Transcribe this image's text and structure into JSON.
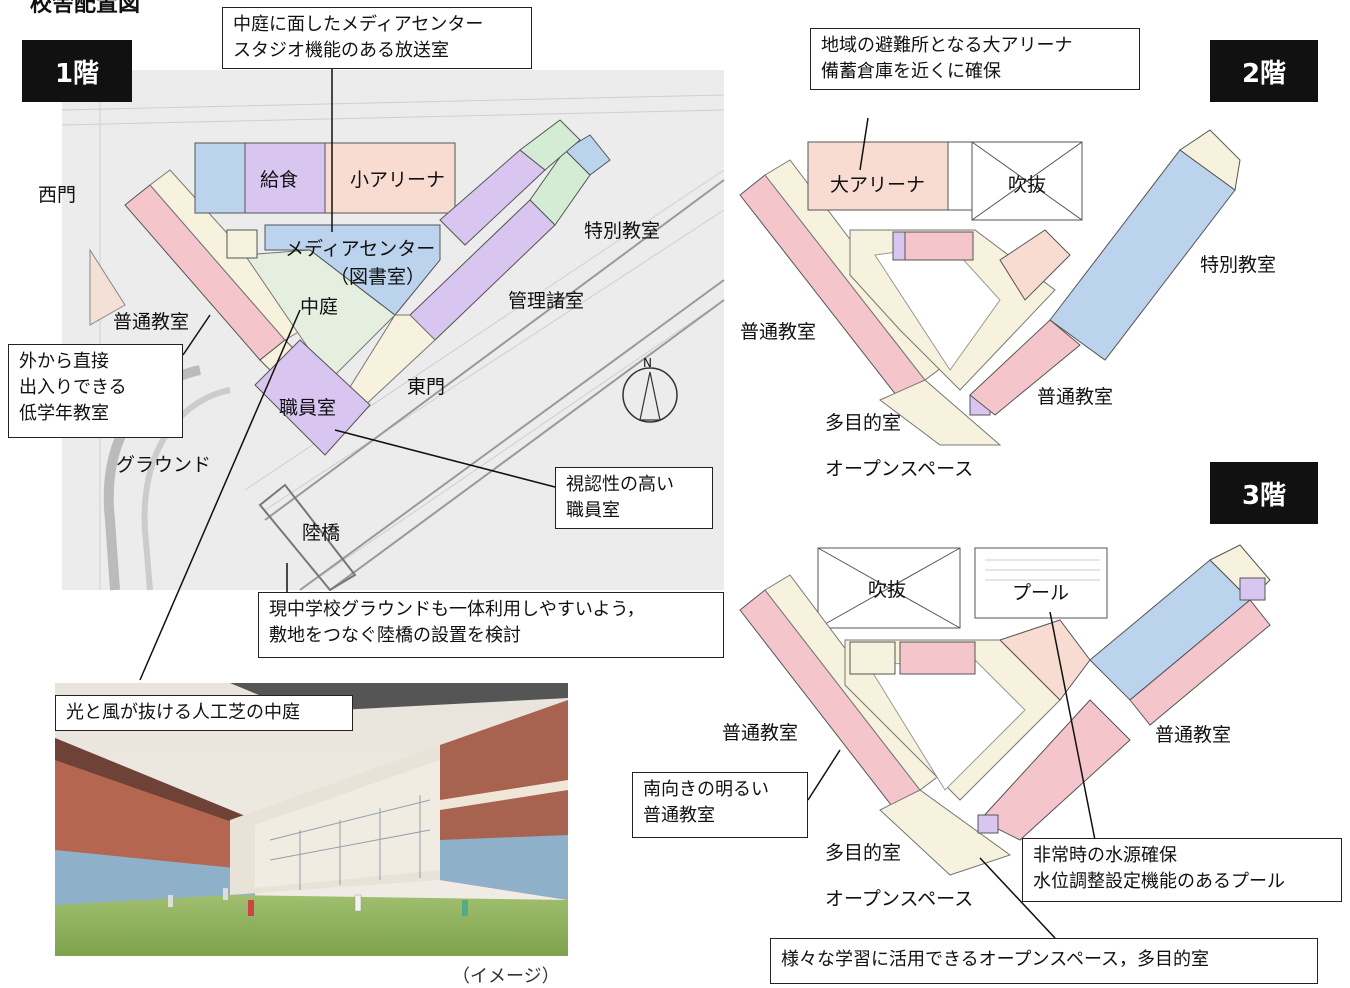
{
  "page_title": "校舎配置図",
  "floors": {
    "f1": "1階",
    "f2": "2階",
    "f3": "3階"
  },
  "floor1": {
    "rooms": {
      "kyushoku": "給食",
      "small_arena": "小アリーナ",
      "media_center": "メディアセンター",
      "library": "（図書室）",
      "courtyard": "中庭",
      "staff_room": "職員室",
      "special_classroom": "特別教室",
      "admin_rooms": "管理諸室",
      "regular_classroom": "普通教室"
    },
    "site": {
      "west_gate": "西門",
      "east_gate": "東門",
      "ground": "グラウンド",
      "bridge": "陸橋"
    }
  },
  "floor2": {
    "rooms": {
      "large_arena": "大アリーナ",
      "atrium": "吹抜",
      "special_classroom": "特別教室",
      "regular_classroom_left": "普通教室",
      "regular_classroom_right": "普通教室",
      "multipurpose": "多目的室",
      "open_space": "オープンスペース"
    }
  },
  "floor3": {
    "rooms": {
      "atrium": "吹抜",
      "pool": "プール",
      "regular_classroom_left": "普通教室",
      "regular_classroom_right": "普通教室",
      "multipurpose": "多目的室",
      "open_space": "オープンスペース"
    }
  },
  "callouts": {
    "media_center": [
      "中庭に面したメディアセンター",
      "スタジオ機能のある放送室"
    ],
    "lower_grade": [
      "外から直接",
      "出入りできる",
      "低学年教室"
    ],
    "staff_room": [
      "視認性の高い",
      "職員室"
    ],
    "bridge": [
      "現中学校グラウンドも一体利用しやすいよう，",
      "敷地をつなぐ陸橋の設置を検討"
    ],
    "courtyard": [
      "光と風が抜ける人工芝の中庭"
    ],
    "large_arena": [
      "地域の避難所となる大アリーナ",
      "備蓄倉庫を近くに確保"
    ],
    "south_classroom": [
      "南向きの明るい",
      "普通教室"
    ],
    "pool": [
      "非常時の水源確保",
      "水位調整設定機能のあるプール"
    ],
    "open_space": [
      "様々な学習に活用できるオープンスペース，多目的室"
    ]
  },
  "compass_label": "N",
  "image_caption": "（イメージ）",
  "colors": {
    "classroom": "#f4c6cc",
    "special": "#bcd3ee",
    "admin": "#d8c6f0",
    "arena": "#f8dcd2",
    "green_room": "#d3ecd3",
    "courtyard": "#e4efe0",
    "corridor": "#f7f2dd"
  }
}
